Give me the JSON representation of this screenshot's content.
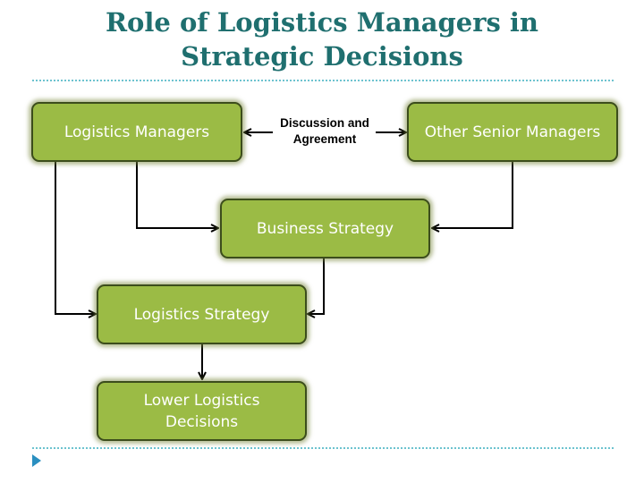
{
  "slide": {
    "title_line1": "Role of Logistics Managers in",
    "title_line2": "Strategic Decisions"
  },
  "diagram": {
    "nodes": {
      "logistics_managers": "Logistics Managers",
      "other_senior_managers": "Other Senior Managers",
      "business_strategy": "Business Strategy",
      "logistics_strategy": "Logistics Strategy",
      "lower_decisions_line1": "Lower Logistics",
      "lower_decisions_line2": "Decisions"
    },
    "relation_label_line1": "Discussion and",
    "relation_label_line2": "Agreement",
    "edges": [
      {
        "from": "Logistics Managers",
        "to": "Other Senior Managers",
        "direction": "both"
      },
      {
        "from": "Logistics Managers",
        "to": "Business Strategy"
      },
      {
        "from": "Other Senior Managers",
        "to": "Business Strategy"
      },
      {
        "from": "Logistics Managers",
        "to": "Logistics Strategy"
      },
      {
        "from": "Business Strategy",
        "to": "Logistics Strategy"
      },
      {
        "from": "Logistics Strategy",
        "to": "Lower Logistics Decisions"
      }
    ],
    "colors": {
      "title": "#1f6f6f",
      "box_fill": "#9bbb45",
      "box_border": "#3c4d1c",
      "divider": "#6cc3cf",
      "bullet": "#2a8fc0"
    }
  }
}
